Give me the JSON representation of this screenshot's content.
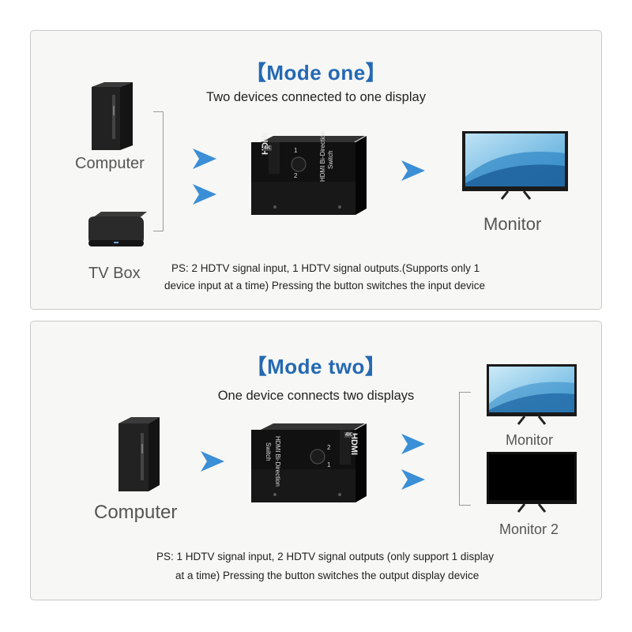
{
  "mode_one": {
    "title": "【Mode one】",
    "subtitle": "Two devices connected to one display",
    "labels": {
      "computer": "Computer",
      "tv_box": "TV Box",
      "monitor": "Monitor"
    },
    "switch_text": {
      "badge": "4K",
      "brand": "HDMI",
      "name": "HDMI Bi-Direction",
      "sub": "Switch",
      "port1": "1",
      "port2": "2"
    },
    "note_line1": "PS: 2 HDTV signal input, 1 HDTV signal outputs.(Supports only 1",
    "note_line2": "device input at a time) Pressing the button switches the input device"
  },
  "mode_two": {
    "title": "【Mode two】",
    "subtitle": "One device connects two displays",
    "labels": {
      "computer": "Computer",
      "monitor": "Monitor",
      "monitor2": "Monitor 2"
    },
    "switch_text": {
      "badge": "4K",
      "brand": "HDMI",
      "name": "HDMI Bi-Direction",
      "sub": "Switch",
      "port1": "1",
      "port2": "2"
    },
    "note_line1": "PS: 1 HDTV signal input, 2 HDTV signal outputs (only support 1 display",
    "note_line2": "at a time) Pressing the button switches the output display device"
  },
  "colors": {
    "accent": "#2469b3",
    "arrow": "#3a8fd6",
    "panel_border": "#c9c9c9",
    "panel_bg": "#f7f7f5"
  }
}
